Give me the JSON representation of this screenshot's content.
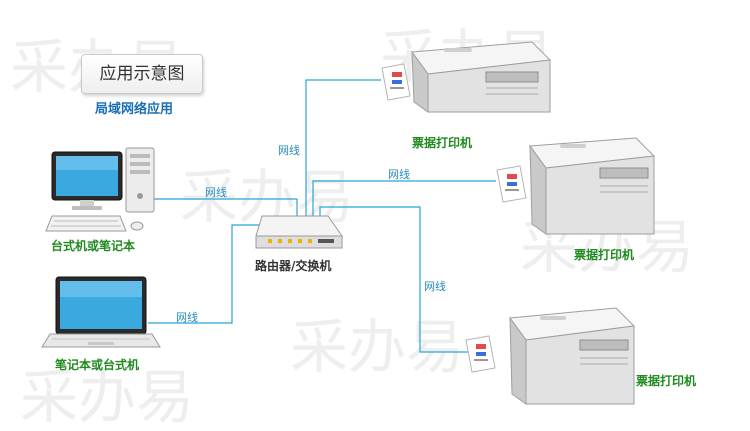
{
  "diagram": {
    "title": "应用示意图",
    "subtitle": "局域网络应用",
    "nodes": {
      "desktop": "台式机或笔记本",
      "laptop": "笔记本或台式机",
      "router": "路由器/交换机",
      "printer_1": "票据打印机",
      "printer_2": "票据打印机",
      "printer_3": "票据打印机"
    },
    "edge_labels": {
      "desktop_router": "网线",
      "laptop_router": "网线",
      "router_printer_1": "网线",
      "router_printer_2": "网线",
      "router_printer_3": "网线"
    },
    "watermark": "采办易",
    "colors": {
      "wire": "#2aa5d8",
      "node_label": "#1f8a1f",
      "subtitle": "#1a6fb3"
    }
  }
}
